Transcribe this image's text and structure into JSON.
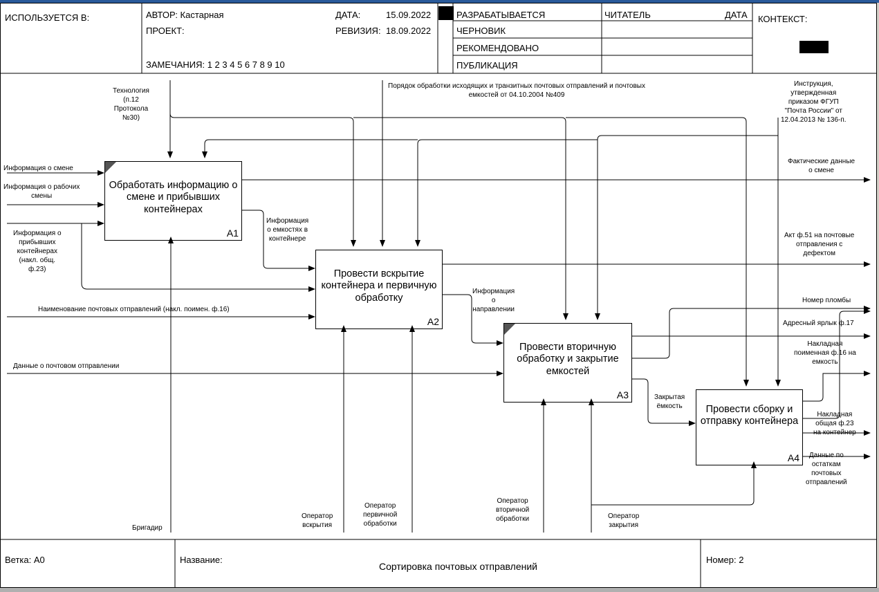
{
  "header": {
    "used_in": "ИСПОЛЬЗУЕТСЯ В:",
    "author": "АВТОР: Кастарная",
    "project": "ПРОЕКТ:",
    "notes": "ЗАМЕЧАНИЯ:  1  2  3  4  5  6  7  8  9  10",
    "date_label": "ДАТА:",
    "date_value": "15.09.2022",
    "revision_label": "РЕВИЗИЯ:",
    "revision_value": "18.09.2022",
    "status": [
      "РАЗРАБАТЫВАЕТСЯ",
      "ЧЕРНОВИК",
      "РЕКОМЕНДОВАНО",
      "ПУБЛИКАЦИЯ"
    ],
    "reader": "ЧИТАТЕЛЬ",
    "reader_date": "ДАТА",
    "context": "КОНТЕКСТ:"
  },
  "footer": {
    "branch": "Ветка:  А0",
    "name_label": "Название:",
    "name_value": "Сортировка почтовых отправлений",
    "number": "Номер:  2"
  },
  "boxes": [
    {
      "title": "Обработать информацию о смене и прибывших контейнерах",
      "num": "А1"
    },
    {
      "title": "Провести вскрытие контейнера и первичную обработку",
      "num": "А2"
    },
    {
      "title": "Провести вторичную обработку и закрытие емкостей",
      "num": "А3"
    },
    {
      "title": "Провести сборку и отправку контейнера",
      "num": "А4"
    }
  ],
  "labels": {
    "tech": "Технология\n(п.12\nПротокола\n№30)",
    "procedure": "Порядок обработки исходящих и транзитных почтовых отправлений и почтовых\nемкостей от 04.10.2004 №409",
    "instruction": "Инструкция,\nутвержденная\nприказом ФГУП\n\"Почта России\" от\n12.04.2013 № 136-п.",
    "shift_info": "Информация о смене",
    "workers_info": "Информация о рабочих\nсмены",
    "containers_info": "Информация о\nприбывших\nконтейнерах\n(накл. общ.\nф.23)",
    "items_names": "Наименование почтовых отправлений (накл. поимен. ф.16)",
    "item_data": "Данные о почтовом отправлении",
    "capacities_info": "Информация\nо емкостях в\nконтейнере",
    "direction_info": "Информация\nо\nнаправлении",
    "closed_capacity": "Закрытая\nёмкость",
    "actual_shift": "Фактические данные\nо смене",
    "act51": "Акт ф.51 на почтовые\nотправления с\nдефектом",
    "seal_number": "Номер пломбы",
    "address_label": "Адресный ярлык ф.17",
    "waybill16": "Накладная\nпоименная ф.16 на\nемкость",
    "waybill23": "Накладная\nобщая ф.23\nна контейнер",
    "remainders": "Данные по\nостаткам\nпочтовых\nотправлений",
    "foreman": "Бригадир",
    "op_open": "Оператор\nвскрытия",
    "op_primary": "Оператор\nпервичной\nобработки",
    "op_secondary": "Оператор\nвторичной\nобработки",
    "op_close": "Оператор\nзакрытия"
  }
}
